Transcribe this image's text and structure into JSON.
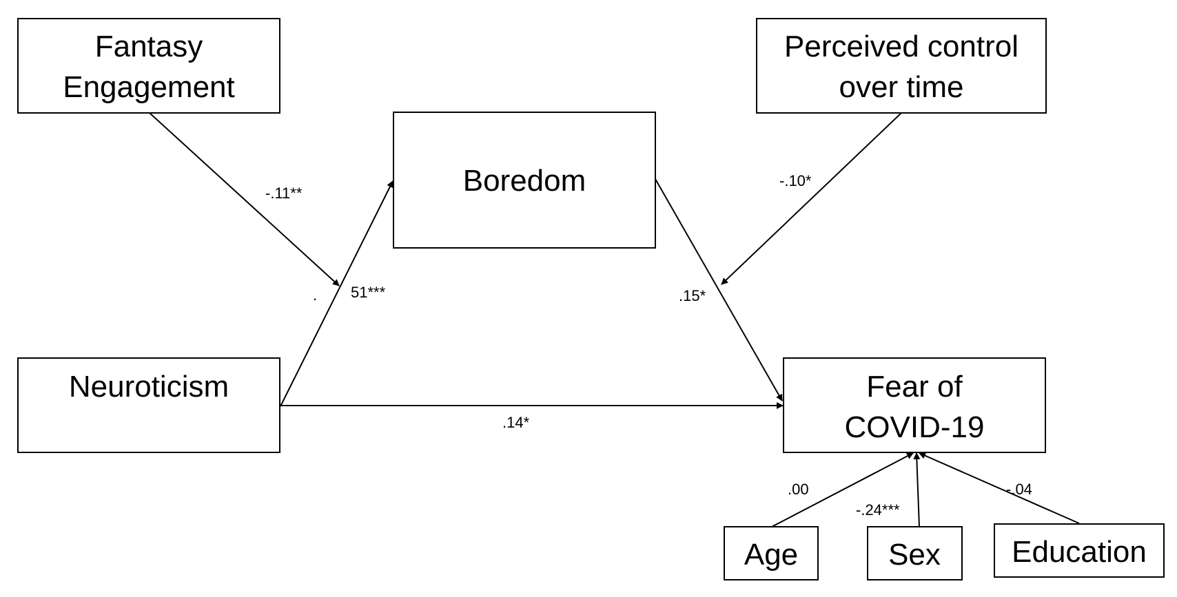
{
  "nodes": {
    "fantasy": {
      "lines": [
        "Fantasy",
        "Engagement"
      ]
    },
    "perceived": {
      "lines": [
        "Perceived control",
        "over time"
      ]
    },
    "boredom": {
      "lines": [
        "Boredom"
      ]
    },
    "neuroticism": {
      "lines": [
        "Neuroticism"
      ]
    },
    "fear": {
      "lines": [
        "Fear of",
        "COVID-19"
      ]
    },
    "age": {
      "lines": [
        "Age"
      ]
    },
    "sex": {
      "lines": [
        "Sex"
      ]
    },
    "education": {
      "lines": [
        "Education"
      ]
    }
  },
  "coefficients": {
    "fantasy_moderation": "-.11**",
    "neuroticism_boredom_dot": ".",
    "neuroticism_boredom": "51***",
    "perceived_moderation": "-.10*",
    "boredom_fear": ".15*",
    "neuroticism_fear": ".14*",
    "age_fear": ".00",
    "sex_fear": "-.24***",
    "education_fear": "-.04"
  },
  "colors": {
    "line": "#000000",
    "background": "#ffffff"
  }
}
